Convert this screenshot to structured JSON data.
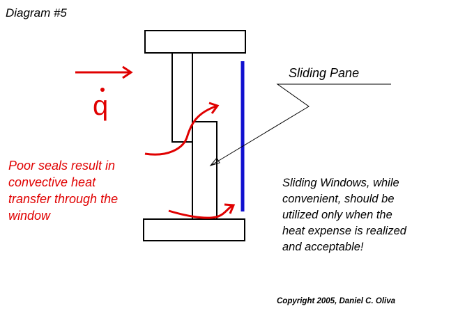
{
  "title": "Diagram #5",
  "pane_label": "Sliding Pane",
  "heat_flow_symbol": "q",
  "seals_text": {
    "line1": "Poor seals result in",
    "line2": "convective heat",
    "line3": "transfer through the",
    "line4": "window"
  },
  "note_text": {
    "line1": "Sliding Windows, while",
    "line2": "convenient, should be",
    "line3": "utilized only when the",
    "line4": "heat expense is realized",
    "line5": "and acceptable!"
  },
  "copyright": "Copyright 2005, Daniel C. Oliva",
  "colors": {
    "frame": "#000000",
    "pane": "#1010d0",
    "heat": "#e00000",
    "text": "#000000"
  }
}
